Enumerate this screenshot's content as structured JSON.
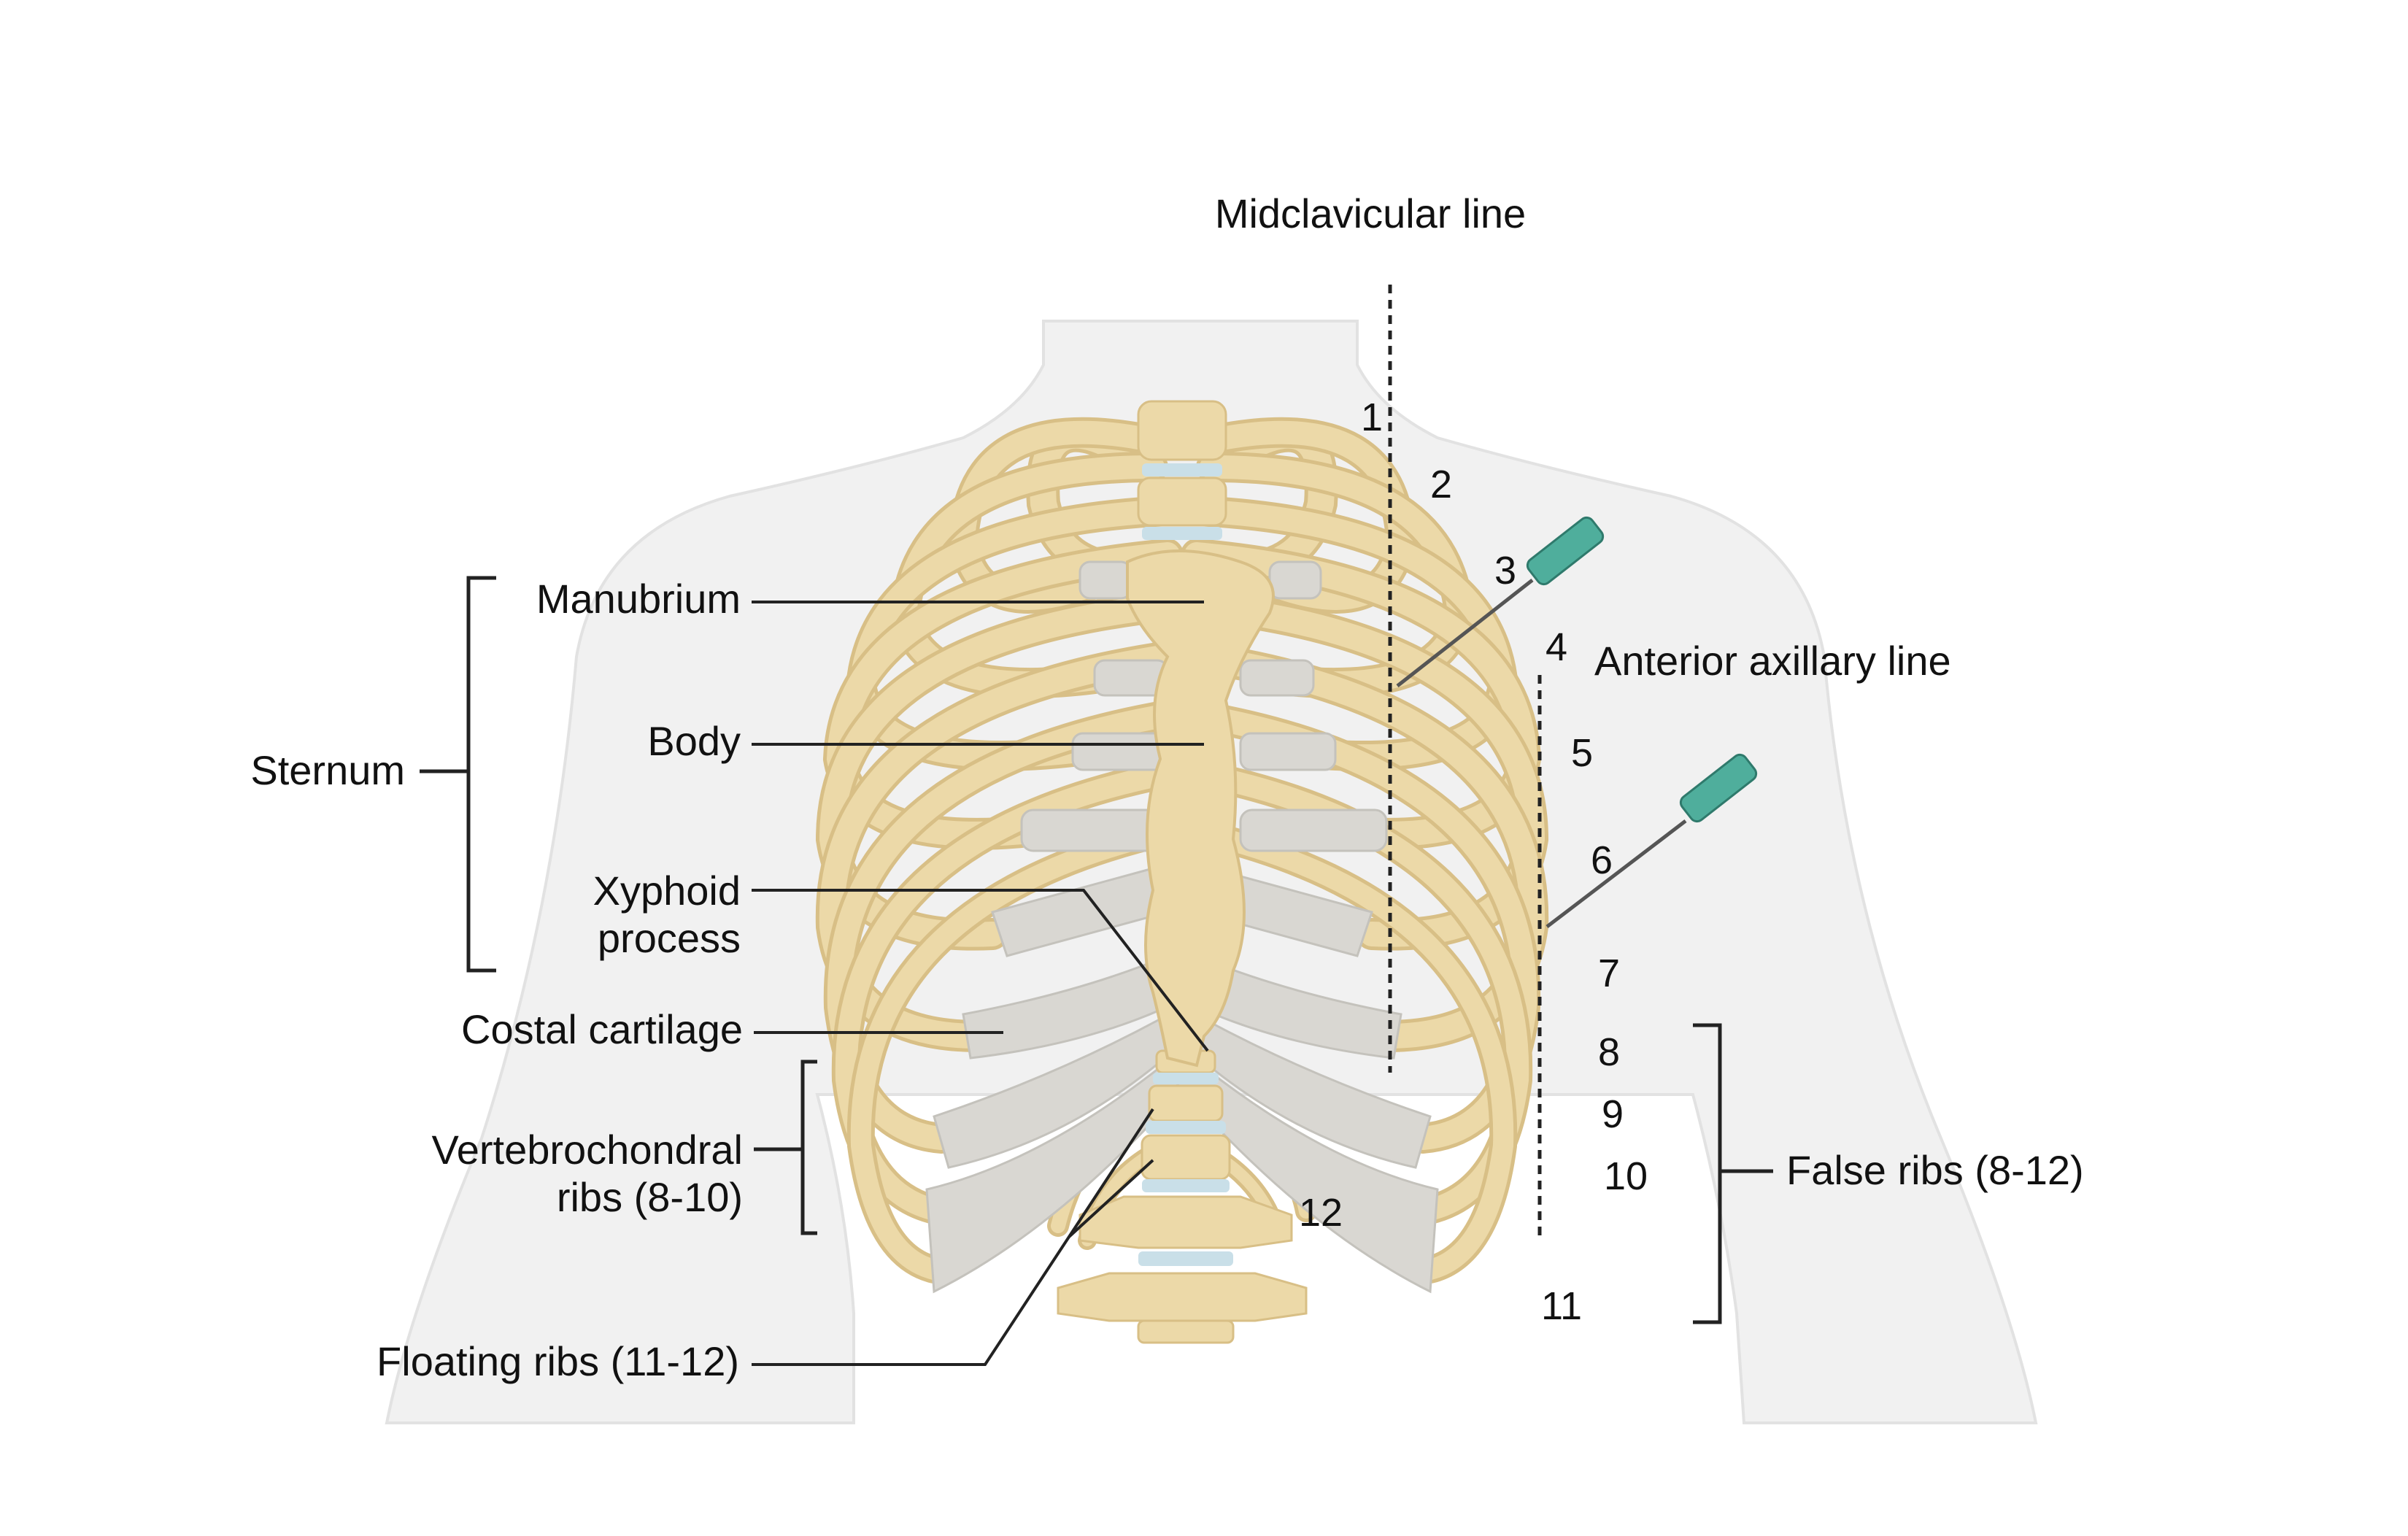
{
  "colors": {
    "bone": "#ecd9a8",
    "bone_edge": "#d8bf86",
    "cartilage": "#d9d7d2",
    "disc": "#c9dfe8",
    "torso": "#f1f1f1",
    "torso_edge": "#e2e2e2",
    "leader": "#222222",
    "needle_hub": "#4fae9c"
  },
  "lines": {
    "midclavicular": "Midclavicular line",
    "anterior_axillary": "Anterior axillary line"
  },
  "labels": {
    "sternum": "Sternum",
    "manubrium": "Manubrium",
    "body": "Body",
    "xiphoid_1": "Xyphoid",
    "xiphoid_2": "process",
    "costal_cartilage": "Costal cartilage",
    "vertebrochondral_1": "Vertebrochondral",
    "vertebrochondral_2": "ribs (8-10)",
    "floating": "Floating ribs (11-12)",
    "false_ribs": "False ribs (8-12)"
  },
  "rib_numbers": [
    "1",
    "2",
    "3",
    "4",
    "5",
    "6",
    "7",
    "8",
    "9",
    "10",
    "11",
    "12"
  ]
}
